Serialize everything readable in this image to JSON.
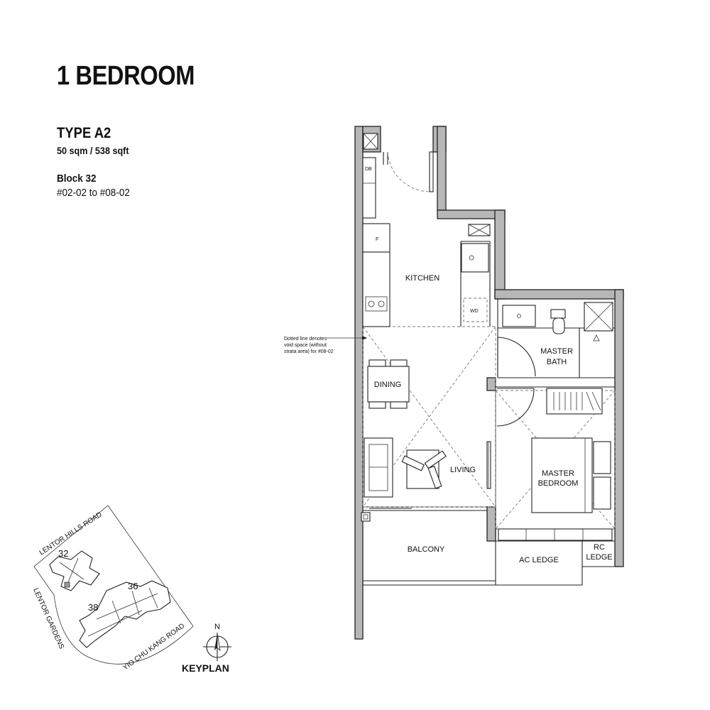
{
  "header": {
    "title": "1 BEDROOM",
    "type_name": "TYPE A2",
    "area": "50 sqm / 538 sqft",
    "block": "Block 32",
    "units": "#02-02 to #08-02"
  },
  "rooms": {
    "kitchen": "KITCHEN",
    "dining": "DINING",
    "living": "LIVING",
    "master_bath_line1": "MASTER",
    "master_bath_line2": "BATH",
    "master_bedroom_line1": "MASTER",
    "master_bedroom_line2": "BEDROOM",
    "balcony": "BALCONY",
    "ac_ledge": "AC LEDGE",
    "rc_ledge_line1": "RC",
    "rc_ledge_line2": "LEDGE"
  },
  "fixtures": {
    "db": "DB",
    "fridge": "F",
    "washer": "WD"
  },
  "note": {
    "line1": "Dotted line denotes",
    "line2": "void space (without",
    "line3": "strata area) for #08-02"
  },
  "keyplan": {
    "label": "KEYPLAN",
    "north": "N",
    "road_top": "LENTOR HILLS ROAD",
    "road_left": "LENTOR GARDENS",
    "road_bottom": "YIO CHU KANG ROAD",
    "block_32": "32",
    "block_36": "36",
    "block_38": "38"
  },
  "colors": {
    "wall": "#b7b7b7",
    "line": "#222222",
    "background": "#ffffff"
  }
}
